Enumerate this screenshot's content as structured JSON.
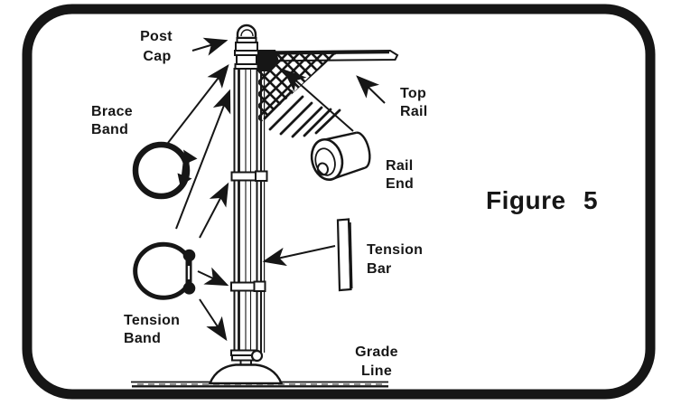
{
  "figure": {
    "caption_word": "Figure",
    "caption_number": "5"
  },
  "labels": {
    "post_cap": [
      "Post",
      "Cap"
    ],
    "brace_band": [
      "Brace",
      "Band"
    ],
    "tension_band": [
      "Tension",
      "Band"
    ],
    "top_rail": [
      "Top",
      "Rail"
    ],
    "rail_end": [
      "Rail",
      "End"
    ],
    "tension_bar": [
      "Tension",
      "Bar"
    ],
    "grade_line": [
      "Grade",
      "Line"
    ]
  },
  "colors": {
    "ink": "#161616",
    "paper": "#ffffff"
  }
}
